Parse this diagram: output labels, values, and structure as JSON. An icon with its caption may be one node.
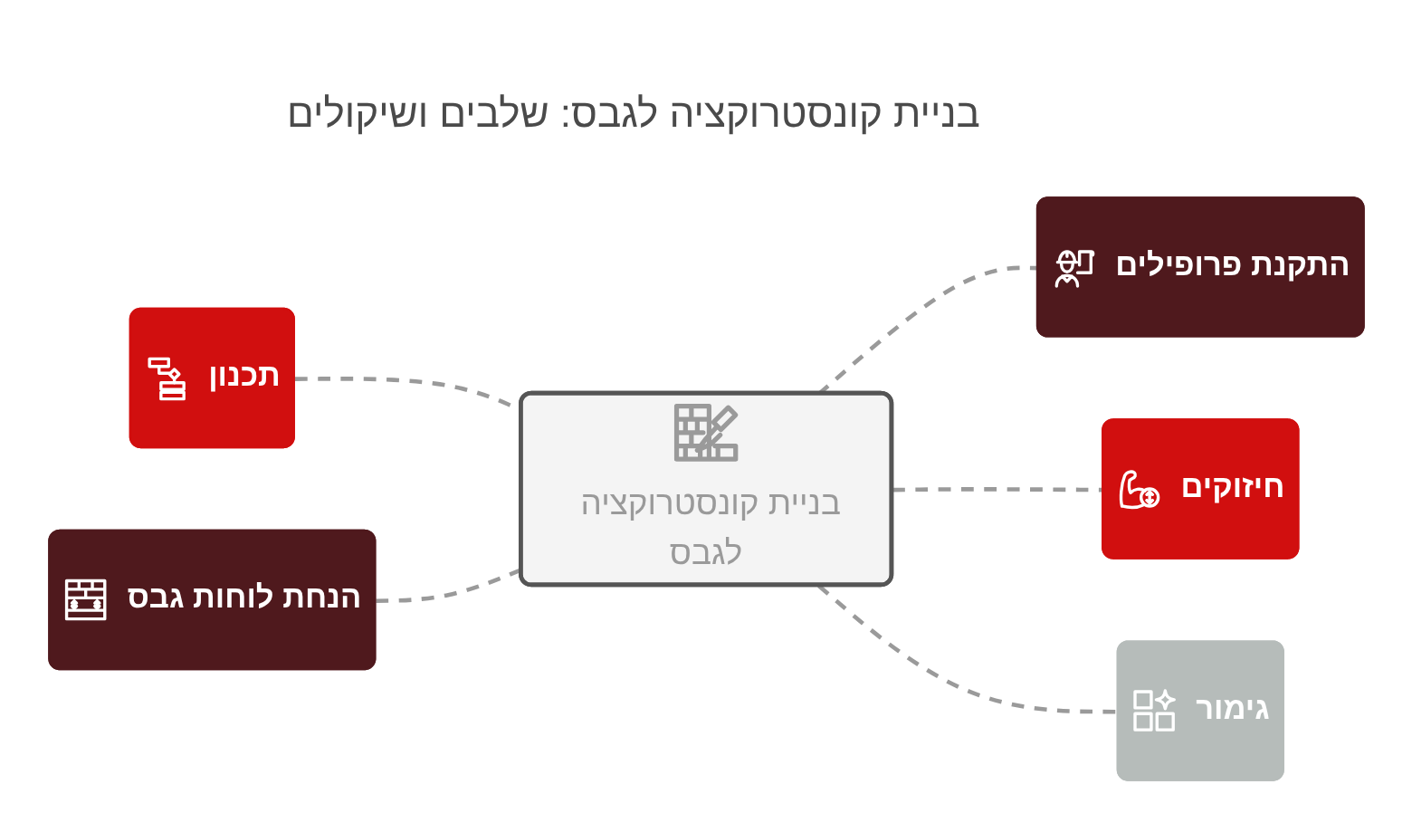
{
  "diagram": {
    "title": "בניית קונסטרוקציה לגבס: שלבים ושיקולים",
    "nodes": [
      {
        "text": [
          "בניית קונסטרוקציה לגבס"
        ]
      },
      {
        "text": [
          "התקנת פרופילים"
        ]
      },
      {
        "text": [
          "תכנון"
        ]
      },
      {
        "text": [
          "חיזוקים"
        ]
      },
      {
        "text": [
          "הנחת לוחות גבס"
        ]
      },
      {
        "text": [
          "גימור"
        ]
      }
    ],
    "edges": [
      {
        "from": 0,
        "to": 1,
        "arrow": "none",
        "style": "dashed"
      },
      {
        "from": 2,
        "to": 0,
        "arrow": "none",
        "style": "dashed"
      },
      {
        "from": 0,
        "to": 3,
        "arrow": "none",
        "style": "dashed"
      },
      {
        "from": 4,
        "to": 0,
        "arrow": "none",
        "style": "dashed"
      },
      {
        "from": 0,
        "to": 5,
        "arrow": "none",
        "style": "dashed"
      }
    ]
  }
}
